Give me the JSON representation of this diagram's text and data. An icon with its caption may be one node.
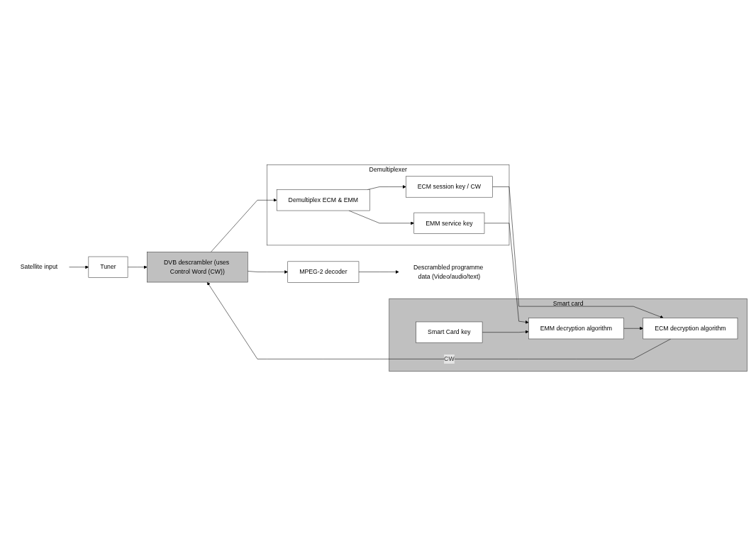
{
  "diagram": {
    "nodes": [
      {
        "text": [
          "Satellite input"
        ]
      },
      {
        "text": [
          "Tuner"
        ]
      },
      {
        "text": [
          "DVB descrambler (uses Control Word (CW))"
        ]
      },
      {
        "text": [
          "MPEG-2 decoder"
        ]
      },
      {
        "text": [
          "Descrambled programme data (Video/audio/text)"
        ]
      },
      {
        "text": [
          "Demultiplexer"
        ]
      },
      {
        "text": [
          "Demultiplex ECM & EMM"
        ],
        "in": 5
      },
      {
        "text": [
          "ECM session key / CW"
        ],
        "in": 5
      },
      {
        "text": [
          "EMM service key"
        ],
        "in": 5
      },
      {
        "text": [
          "Smart card"
        ]
      },
      {
        "text": [
          "ECM decryption algorithm"
        ],
        "in": 9
      },
      {
        "text": [
          "Smart Card key"
        ],
        "in": 9
      },
      {
        "text": [
          "EMM decryption algorithm"
        ],
        "in": 9
      }
    ],
    "edges": [
      {
        "from": 0,
        "to": 1,
        "arrow": "to"
      },
      {
        "from": 1,
        "to": 2,
        "arrow": "to"
      },
      {
        "from": 2,
        "to": 3,
        "arrow": "to"
      },
      {
        "from": 2,
        "to": 6,
        "arrow": "to"
      },
      {
        "from": 3,
        "to": 4,
        "arrow": "to"
      },
      {
        "from": 6,
        "to": 7,
        "arrow": "to"
      },
      {
        "from": 6,
        "to": 8,
        "arrow": "to"
      },
      {
        "from": 7,
        "to": 10,
        "arrow": "to"
      },
      {
        "from": 8,
        "to": 12,
        "arrow": "to"
      },
      {
        "from": 11,
        "to": 12,
        "arrow": "to"
      },
      {
        "from": 12,
        "to": 10,
        "arrow": "to"
      },
      {
        "from": 10,
        "to": 2,
        "arrow": "to",
        "label": "CW"
      }
    ]
  }
}
